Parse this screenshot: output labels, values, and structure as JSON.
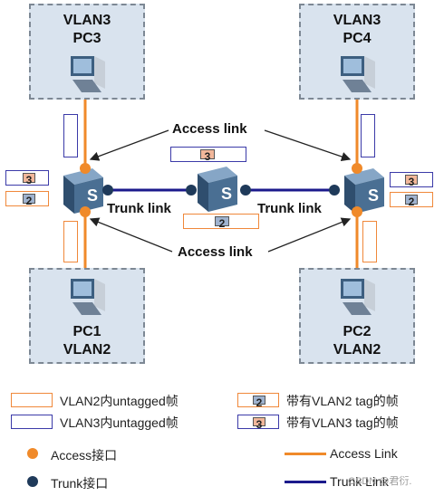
{
  "pcs": {
    "top_left": {
      "line1": "VLAN3",
      "line2": "PC3"
    },
    "top_right": {
      "line1": "VLAN3",
      "line2": "PC4"
    },
    "bottom_left": {
      "line1": "PC1",
      "line2": "VLAN2"
    },
    "bottom_right": {
      "line1": "PC2",
      "line2": "VLAN2"
    }
  },
  "labels": {
    "access_top": "Access link",
    "access_bottom": "Access link",
    "trunk_left": "Trunk link",
    "trunk_right": "Trunk link",
    "switch_glyph": "S"
  },
  "tags": {
    "vlan2": "2",
    "vlan3": "3"
  },
  "legend": {
    "untagged_vlan2": "VLAN2内untagged帧",
    "untagged_vlan3": "VLAN3内untagged帧",
    "tagged_vlan2": "带有VLAN2 tag的帧",
    "tagged_vlan3": "带有VLAN3 tag的帧",
    "access_port": "Access接口",
    "trunk_port": "Trunk接口",
    "access_link": "Access Link",
    "trunk_link": "Trunk Link"
  },
  "watermark": "CSDN @君衍.",
  "colors": {
    "access": "#f08a2a",
    "trunk": "#1b1a8c",
    "vlan2_tag": "#9fb3cf",
    "vlan3_tag": "#f2b79a",
    "switch": "#4a6f93",
    "pc_box": "#d9e3ee"
  }
}
